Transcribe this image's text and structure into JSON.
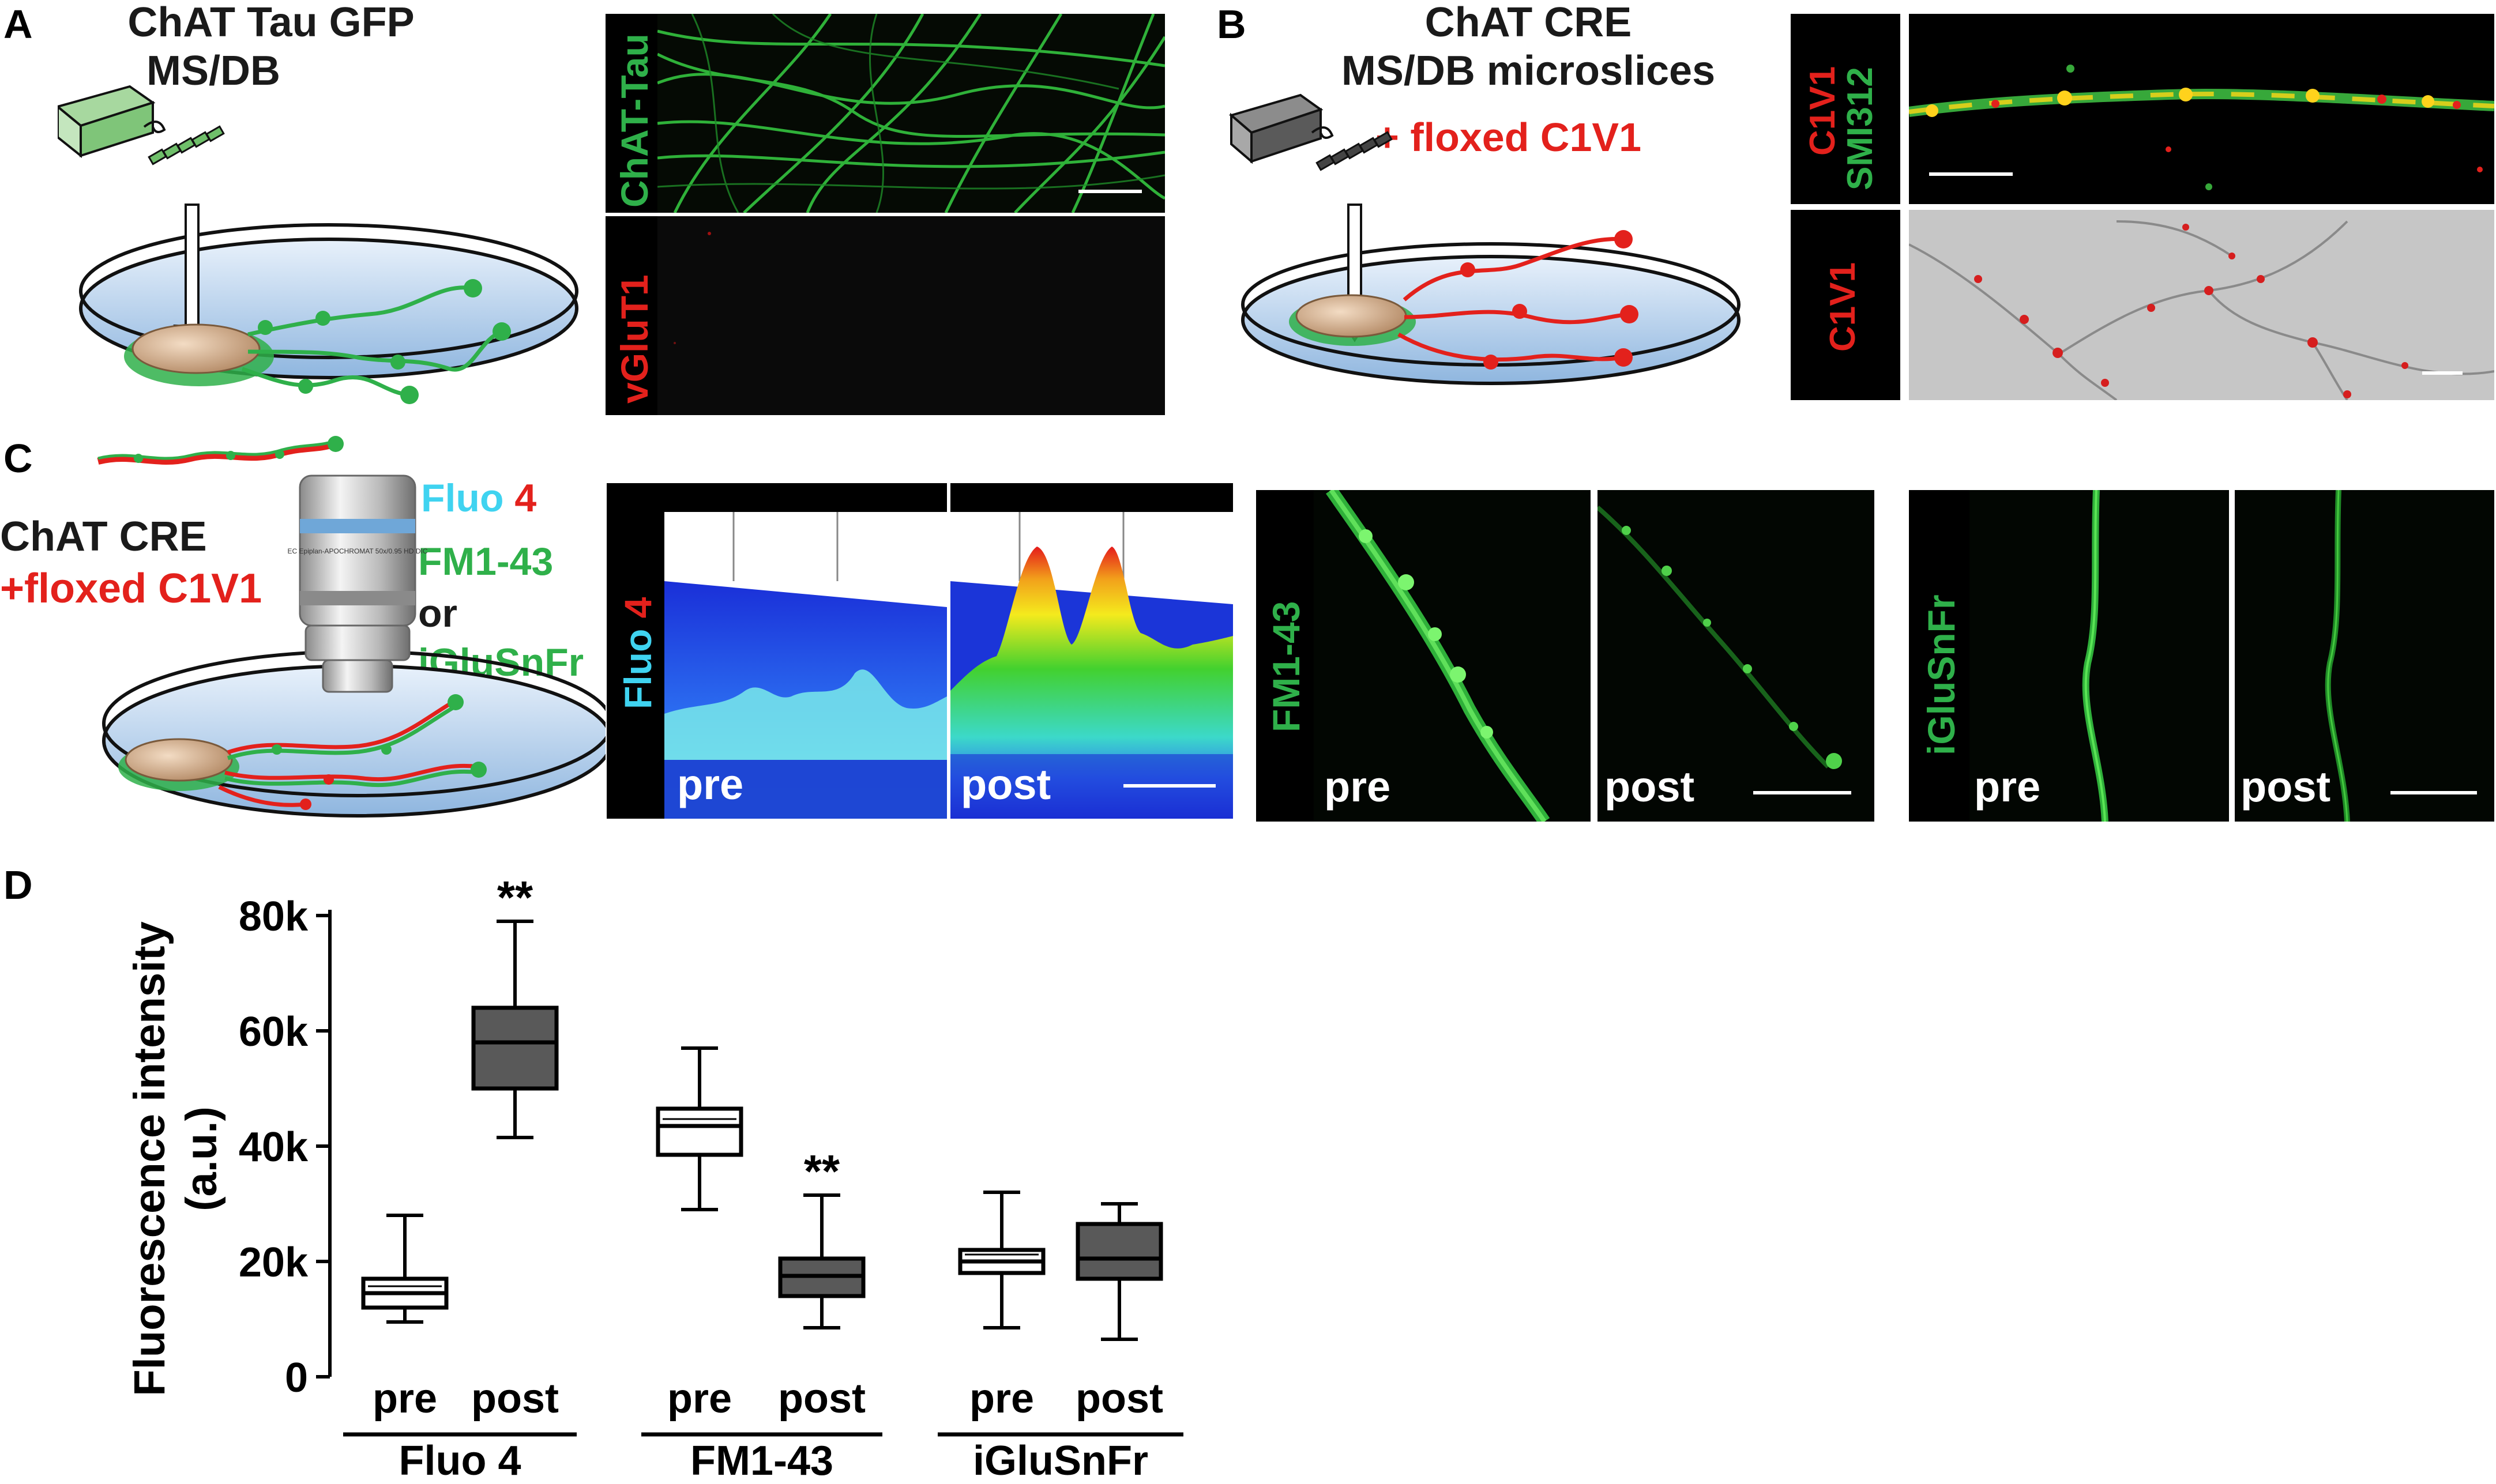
{
  "panels": {
    "A": {
      "label": "A",
      "title_line1": "ChAT Tau GFP",
      "title_line2": "MS/DB",
      "img_top_label": "ChAT-Tau",
      "img_bottom_label": "vGluT1"
    },
    "B": {
      "label": "B",
      "title_line1": "ChAT CRE",
      "title_line2": "MS/DB microslices",
      "subtitle": "+ floxed C1V1",
      "img_top_label_red": "C1V1",
      "img_top_label_green": "SMI312",
      "img_bottom_label": "C1V1"
    },
    "C": {
      "label": "C",
      "title_line1": "ChAT CRE",
      "title_line2": "+floxed C1V1",
      "fluo_a": "Fluo",
      "fluo_b": "4",
      "dye1": "FM1-43",
      "or": "or",
      "dye2": "iGluSnFr",
      "objective_text": "EC Epiplan-APOCHROMAT 50x/0.95 HD DIC",
      "fluo_label_a": "Fluo",
      "fluo_label_b": "4",
      "fm_label": "FM1-43",
      "iglu_label": "iGluSnFr",
      "pre": "pre",
      "post": "post"
    },
    "D": {
      "label": "D"
    }
  },
  "colors": {
    "green": "#2fb04a",
    "red": "#e3211c",
    "box_dark": "#595959",
    "dish_blue": "#bcd6ee"
  },
  "chart_data": {
    "type": "box",
    "ylabel_line1": "Fluorescence intensity",
    "ylabel_line2": "(a.u.)",
    "yticks": [
      "0",
      "20k",
      "40k",
      "60k",
      "80k"
    ],
    "ylim": [
      0,
      80000
    ],
    "groups": [
      "Fluo 4",
      "FM1-43",
      "iGluSnFr"
    ],
    "categories": [
      "pre",
      "post",
      "pre",
      "post",
      "pre",
      "post"
    ],
    "boxes": [
      {
        "group": "Fluo 4",
        "cond": "pre",
        "min": 9500,
        "q1": 12000,
        "median": 14500,
        "q3": 17000,
        "max": 28000,
        "fill": "white",
        "sig": ""
      },
      {
        "group": "Fluo 4",
        "cond": "post",
        "min": 41500,
        "q1": 50000,
        "median": 58000,
        "q3": 64000,
        "max": 79000,
        "fill": "dark",
        "sig": "**"
      },
      {
        "group": "FM1-43",
        "cond": "pre",
        "min": 29000,
        "q1": 38500,
        "median": 43500,
        "q3": 46500,
        "max": 57000,
        "fill": "white",
        "sig": ""
      },
      {
        "group": "FM1-43",
        "cond": "post",
        "min": 8500,
        "q1": 14000,
        "median": 17500,
        "q3": 20500,
        "max": 31500,
        "fill": "dark",
        "sig": "**"
      },
      {
        "group": "iGluSnFr",
        "cond": "pre",
        "min": 8500,
        "q1": 18000,
        "median": 20000,
        "q3": 22000,
        "max": 32000,
        "fill": "white",
        "sig": ""
      },
      {
        "group": "iGluSnFr",
        "cond": "post",
        "min": 6500,
        "q1": 17000,
        "median": 20500,
        "q3": 26500,
        "max": 30000,
        "fill": "dark",
        "sig": ""
      }
    ]
  }
}
